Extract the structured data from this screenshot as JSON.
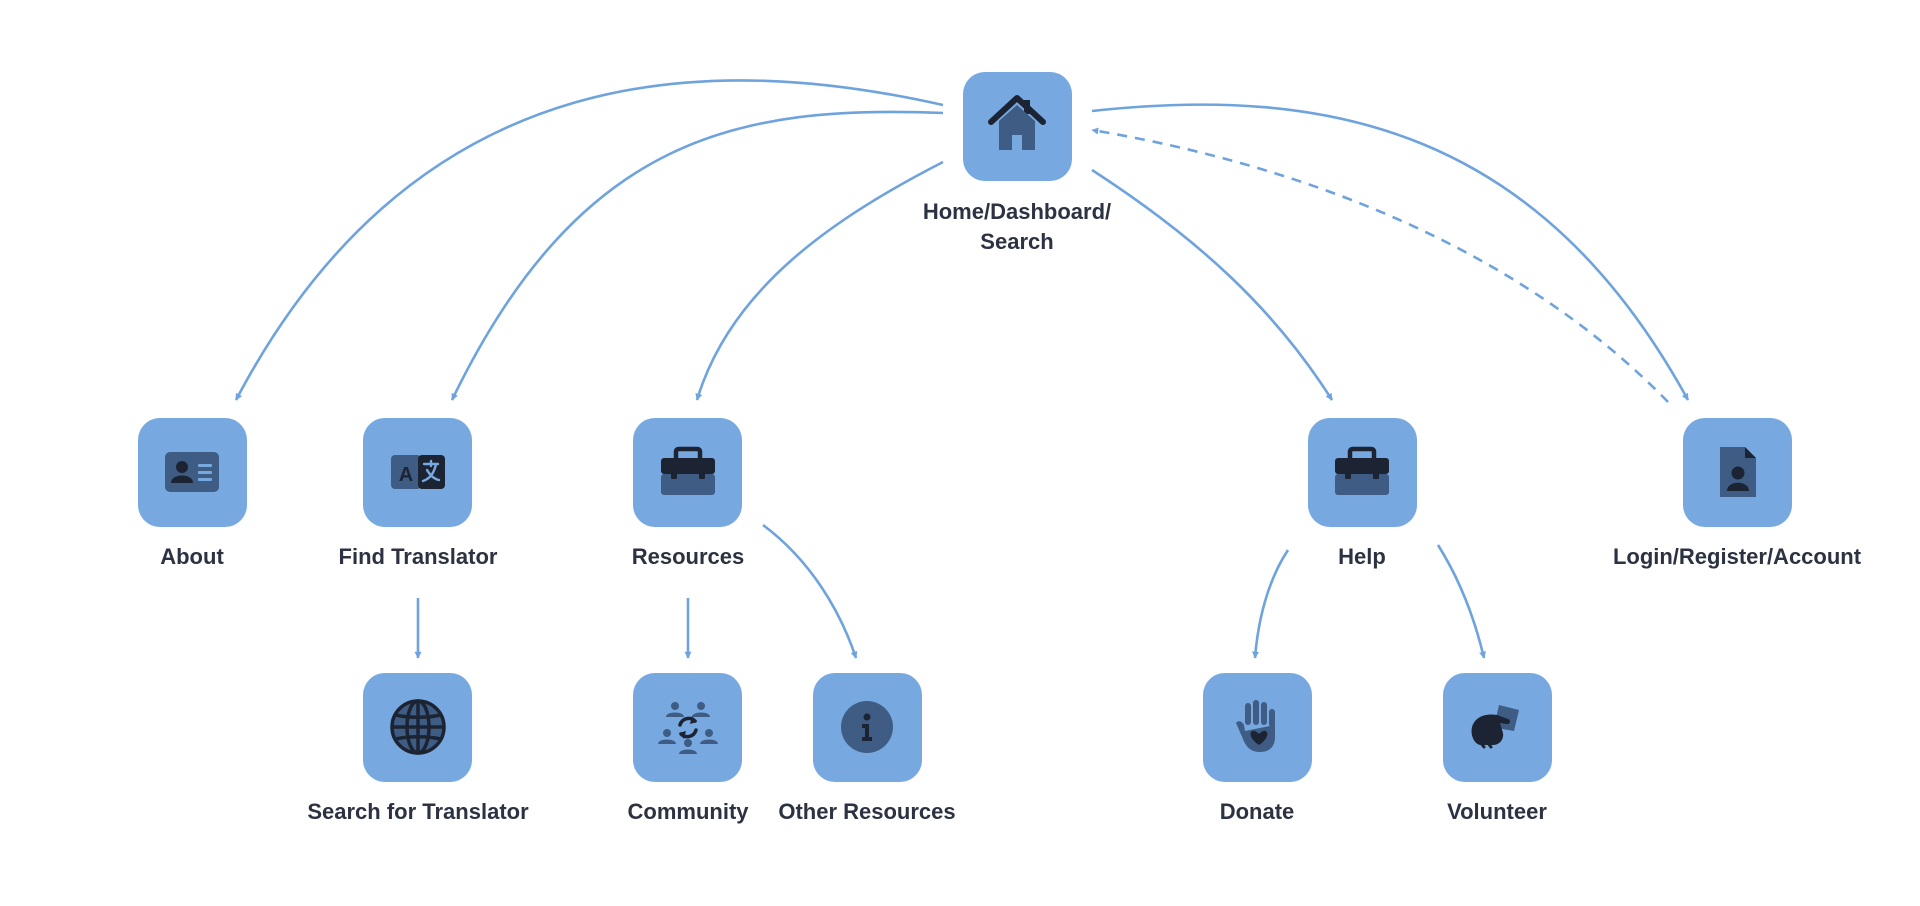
{
  "colors": {
    "tile": "#77a9e0",
    "edge": "#6fa3dd",
    "icon_dark": "#1c2433",
    "icon_mid": "#3e5c84",
    "label": "#2c3241"
  },
  "nodes": {
    "home": {
      "label_line1": "Home/Dashboard/",
      "label_line2": "Search",
      "icon": "house-icon"
    },
    "about": {
      "label": "About",
      "icon": "id-card-icon"
    },
    "find_translator": {
      "label": "Find Translator",
      "icon": "translate-icon"
    },
    "resources": {
      "label": "Resources",
      "icon": "toolbox-icon"
    },
    "help": {
      "label": "Help",
      "icon": "toolbox-icon"
    },
    "account": {
      "label": "Login/Register/Account",
      "icon": "user-document-icon"
    },
    "search_translator": {
      "label": "Search for Translator",
      "icon": "globe-icon"
    },
    "community": {
      "label": "Community",
      "icon": "community-cycle-icon"
    },
    "other_resources": {
      "label": "Other Resources",
      "icon": "info-icon"
    },
    "donate": {
      "label": "Donate",
      "icon": "hand-heart-icon"
    },
    "volunteer": {
      "label": "Volunteer",
      "icon": "handshake-icon"
    }
  },
  "edges": [
    {
      "from": "home",
      "to": "about",
      "style": "solid"
    },
    {
      "from": "home",
      "to": "find_translator",
      "style": "solid"
    },
    {
      "from": "home",
      "to": "resources",
      "style": "solid"
    },
    {
      "from": "home",
      "to": "help",
      "style": "solid"
    },
    {
      "from": "home",
      "to": "account",
      "style": "solid"
    },
    {
      "from": "account",
      "to": "home",
      "style": "dashed"
    },
    {
      "from": "find_translator",
      "to": "search_translator",
      "style": "solid"
    },
    {
      "from": "resources",
      "to": "community",
      "style": "solid"
    },
    {
      "from": "resources",
      "to": "other_resources",
      "style": "solid"
    },
    {
      "from": "help",
      "to": "donate",
      "style": "solid"
    },
    {
      "from": "help",
      "to": "volunteer",
      "style": "solid"
    }
  ]
}
